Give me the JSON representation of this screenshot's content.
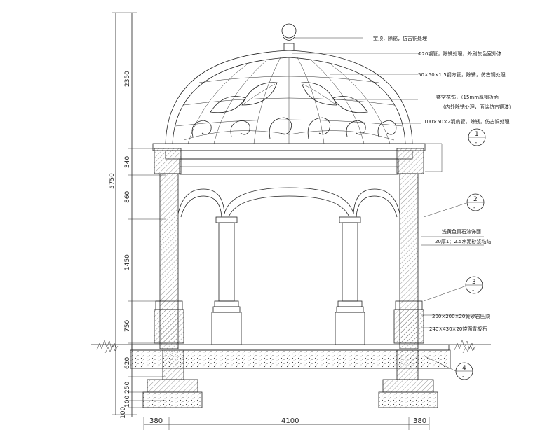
{
  "vertical_dims": {
    "total": "5750",
    "segments": [
      "2350",
      "340",
      "860",
      "1450",
      "750",
      "620",
      "250",
      "100",
      "100"
    ]
  },
  "horizontal_dims": [
    "380",
    "4100",
    "380"
  ],
  "notes": [
    "宝顶，除锈，仿古铜处理",
    "Φ20钢管，除锈处理，外刷灰色室外漆",
    "50×50×1.5钢方管，除锈，仿古铜处理",
    "镂空花饰，（15mm厚钢板面",
    "(内外除锈处理，面涂仿古铜漆）",
    "100×50×2钢扁管，除锈，仿古铜处理",
    "浅黄色真石漆饰面",
    "20厚1：2.5水泥砂浆粘结",
    "200×200×20黄砂岩压顶",
    "240×430×20烧面青板石"
  ],
  "callouts": [
    {
      "num": "1",
      "sub": "-"
    },
    {
      "num": "2",
      "sub": "-"
    },
    {
      "num": "3",
      "sub": "-"
    },
    {
      "num": "4",
      "sub": "-"
    }
  ],
  "colors": {
    "line": "#222222",
    "background": "#ffffff"
  }
}
